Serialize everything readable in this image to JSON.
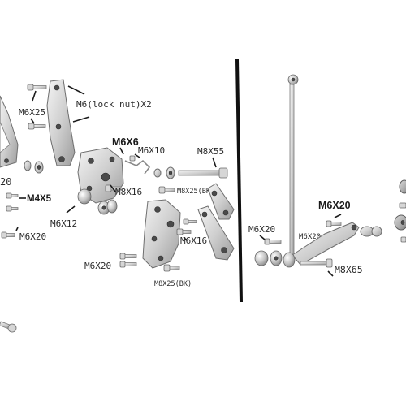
{
  "labels": {
    "m6x25": "M6X25",
    "m6_lock_nut": "M6(lock nut)X2",
    "m6x6": "M6X6",
    "m6x10": "M6X10",
    "m8x55": "M8X55",
    "m4x5": "M4X5",
    "m8x16": "M8X16",
    "m8x25_bk_upper": "M8X25(BK)",
    "m6x12": "M6X12",
    "m6x20_left": "M6X20",
    "m6x16": "M6X16",
    "m6x20_lower": "M6X20",
    "m8x25_bk_lower": "M8X25(BK)",
    "m6x20_right_a": "M6X20",
    "m6x20_right_b": "M6X20",
    "m6x20_right_c": "M6X20",
    "m8x65": "M8X65",
    "cut_20": "20"
  },
  "colors": {
    "divider": "#111111",
    "metal_light": "#f2f2f2",
    "metal_dark": "#9a9a9a"
  }
}
